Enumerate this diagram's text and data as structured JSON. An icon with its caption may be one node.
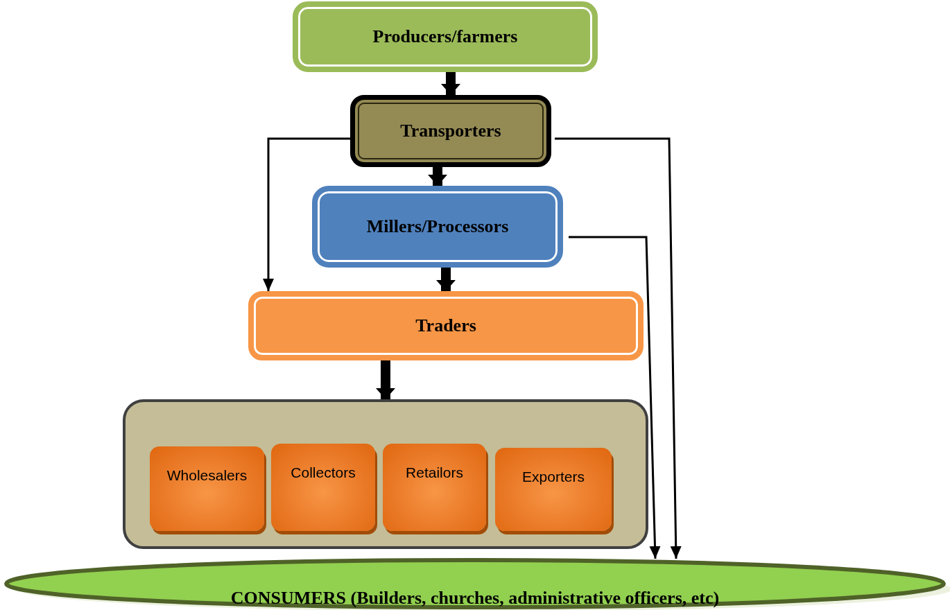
{
  "diagram": {
    "nodes": [
      {
        "text": [
          "Producers/farmers"
        ]
      },
      {
        "text": [
          "Transporters"
        ]
      },
      {
        "text": [
          "Millers/Processors"
        ]
      },
      {
        "text": [
          "Traders"
        ]
      },
      {
        "text": [],
        "shape": "box"
      },
      {
        "text": [
          "Wholesalers"
        ],
        "in": 4
      },
      {
        "text": [
          "Collectors"
        ],
        "in": 4
      },
      {
        "text": [
          "Retailors"
        ],
        "in": 4
      },
      {
        "text": [
          "Exporters"
        ],
        "in": 4
      },
      {
        "text": [
          "**CONSUMERS** (Builders, churches, administrative officers, etc)"
        ]
      }
    ],
    "edges": [
      {
        "from": 0,
        "to": 1,
        "arrow": "to"
      },
      {
        "from": 1,
        "to": 2,
        "arrow": "to"
      },
      {
        "from": 2,
        "to": 3,
        "arrow": "to"
      },
      {
        "from": 3,
        "to": 4,
        "arrow": "to"
      },
      {
        "from": 1,
        "to": 3,
        "arrow": "to"
      },
      {
        "from": 1,
        "to": 9,
        "arrow": "to"
      },
      {
        "from": 2,
        "to": 9,
        "arrow": "to"
      }
    ]
  }
}
